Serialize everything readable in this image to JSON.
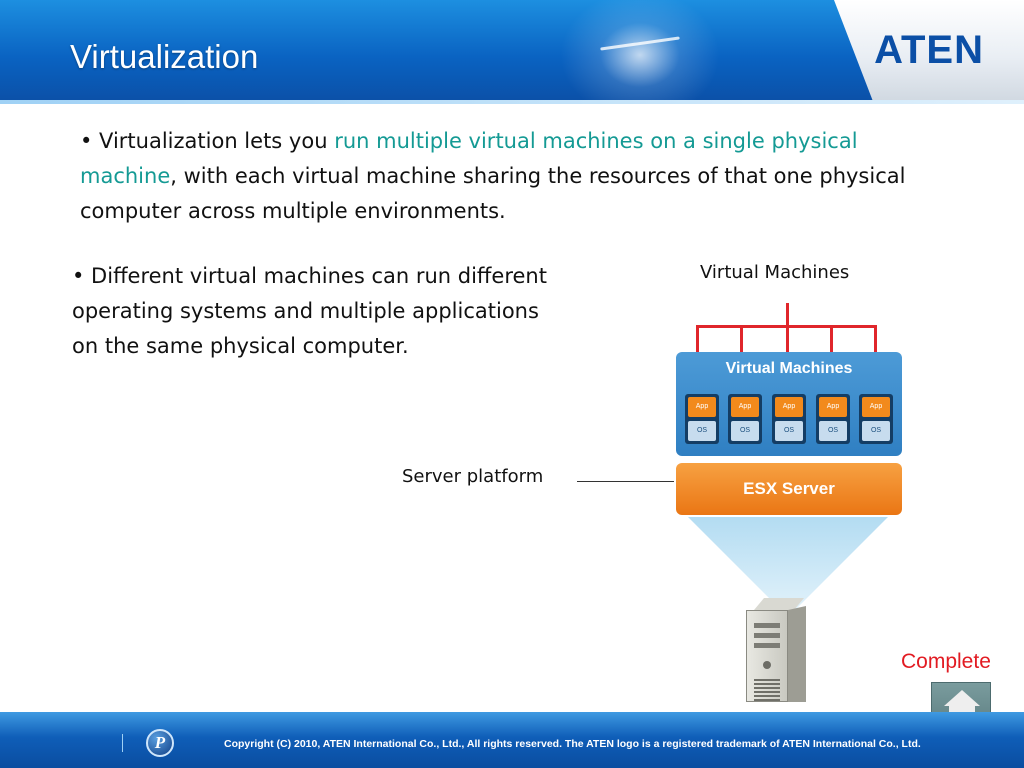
{
  "slide": {
    "title": "Virtualization",
    "brand": {
      "logo_text": "ATEN"
    }
  },
  "content": {
    "bullet1": {
      "prefix": "• Virtualization lets you ",
      "highlight": "run multiple virtual machines on a single physical machine",
      "suffix": ", with each virtual machine sharing the resources of that one physical computer across multiple environments."
    },
    "bullet2": "• Different virtual machines can run different operating systems and multiple applications on the same physical computer."
  },
  "diagram": {
    "vm_caption": "Virtual Machines",
    "vm_panel_title": "Virtual Machines",
    "vm_app_label": "App",
    "vm_os_label": "OS",
    "vm_count": 5,
    "platform_label": "ESX Server",
    "server_caption": "Server platform",
    "colors": {
      "bracket": "#e0262b",
      "vm_panel": "#3a88c9",
      "platform": "#ef8a22",
      "highlight_text": "#149a94"
    }
  },
  "nav": {
    "complete_label": "Complete"
  },
  "footer": {
    "badge_letter": "P",
    "copyright": "Copyright (C) 2010, ATEN International Co., Ltd., All rights reserved. The ATEN logo is a registered trademark of ATEN International Co., Ltd."
  }
}
